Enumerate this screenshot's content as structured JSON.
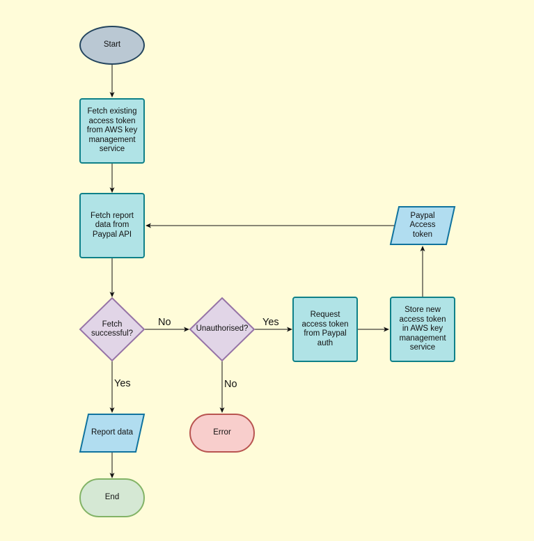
{
  "nodes": {
    "start": "Start",
    "fetch_token": "Fetch existing access token from AWS key management service",
    "fetch_report": "Fetch report data from Paypal API",
    "fetch_successful": "Fetch successful?",
    "unauthorised": "Unauthorised?",
    "request_token": "Request access token from Paypal auth",
    "store_token": "Store new access token in AWS key management service",
    "paypal_access_token": "Paypal Access token",
    "report_data": "Report data",
    "error": "Error",
    "end": "End"
  },
  "edge_labels": {
    "fetch_no": "No",
    "fetch_yes": "Yes",
    "unauth_yes": "Yes",
    "unauth_no": "No"
  },
  "colors": {
    "process_fill": "#b0e3e6",
    "process_stroke": "#0e8088",
    "decision_fill": "#e1d5e7",
    "decision_stroke": "#9673a6",
    "data_fill": "#b1ddf0",
    "data_stroke": "#10739e",
    "start_fill": "#bac8d3",
    "end_fill": "#d5e8d4",
    "error_fill": "#f8cecc",
    "background": "#fffcd9"
  }
}
